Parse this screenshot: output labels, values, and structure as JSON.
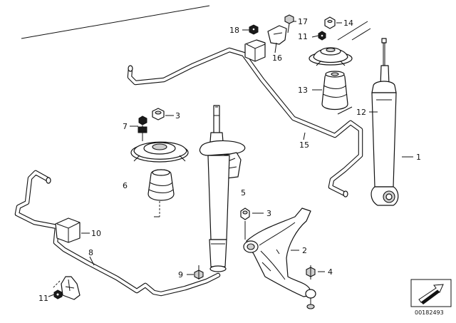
{
  "callouts": {
    "p1": "1",
    "p2": "2",
    "p3a": "3",
    "p3b": "3",
    "p4": "4",
    "p5": "5",
    "p6": "6",
    "p7": "7",
    "p8": "8",
    "p9": "9",
    "p10": "10",
    "p11a": "11",
    "p11b": "11",
    "p12": "12",
    "p13": "13",
    "p14": "14",
    "p15": "15",
    "p16": "16",
    "p17": "17",
    "p18": "18"
  },
  "document_number": "00182493",
  "colors": {
    "ink": "#111111",
    "background": "#ffffff"
  }
}
